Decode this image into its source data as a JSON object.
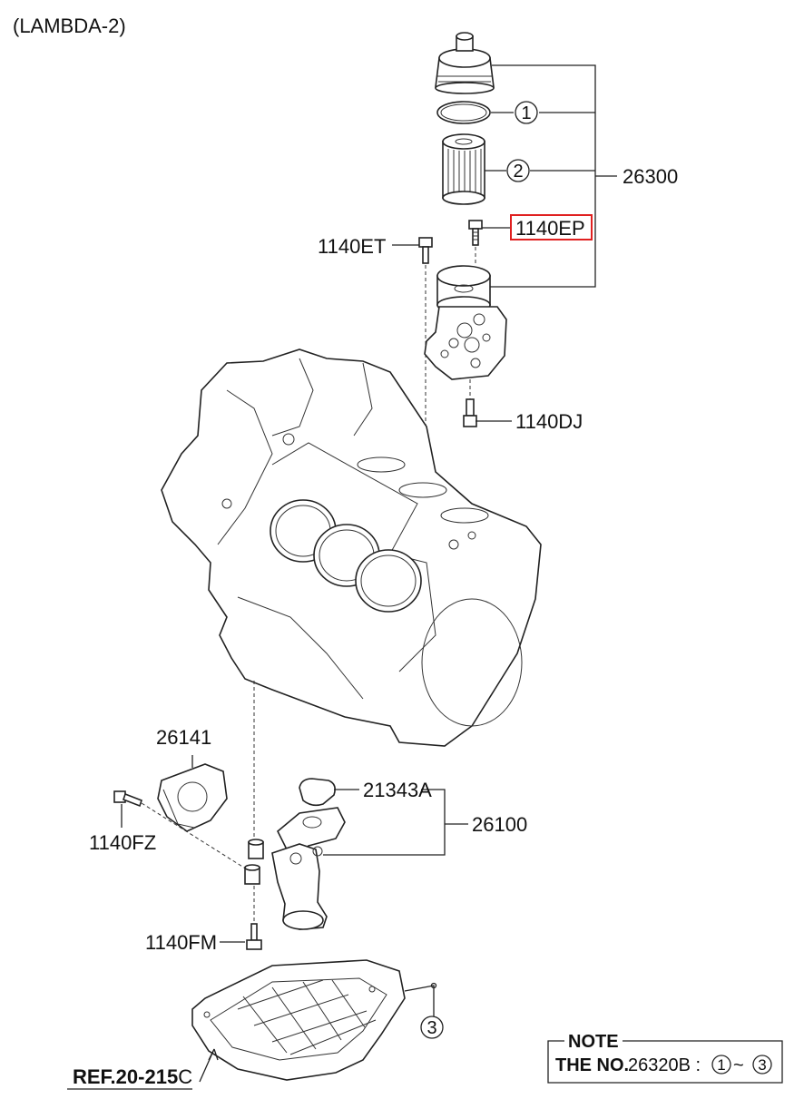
{
  "header": {
    "variant": "(LAMBDA-2)"
  },
  "callouts": {
    "c1": "1",
    "c2": "2",
    "c3": "3",
    "p26300": "26300",
    "p1140EP": "1140EP",
    "p1140ET": "1140ET",
    "p1140DJ": "1140DJ",
    "p26141": "26141",
    "p21343A": "21343A",
    "p26100": "26100",
    "p1140FZ": "1140FZ",
    "p1140FM": "1140FM",
    "ref": "REF.20-215",
    "ref_suffix": "C"
  },
  "note": {
    "title": "NOTE",
    "prefix": "THE NO.",
    "part": "26320B :",
    "from": "1",
    "tilde": "~",
    "to": "3"
  },
  "highlight_color": "#e02020"
}
